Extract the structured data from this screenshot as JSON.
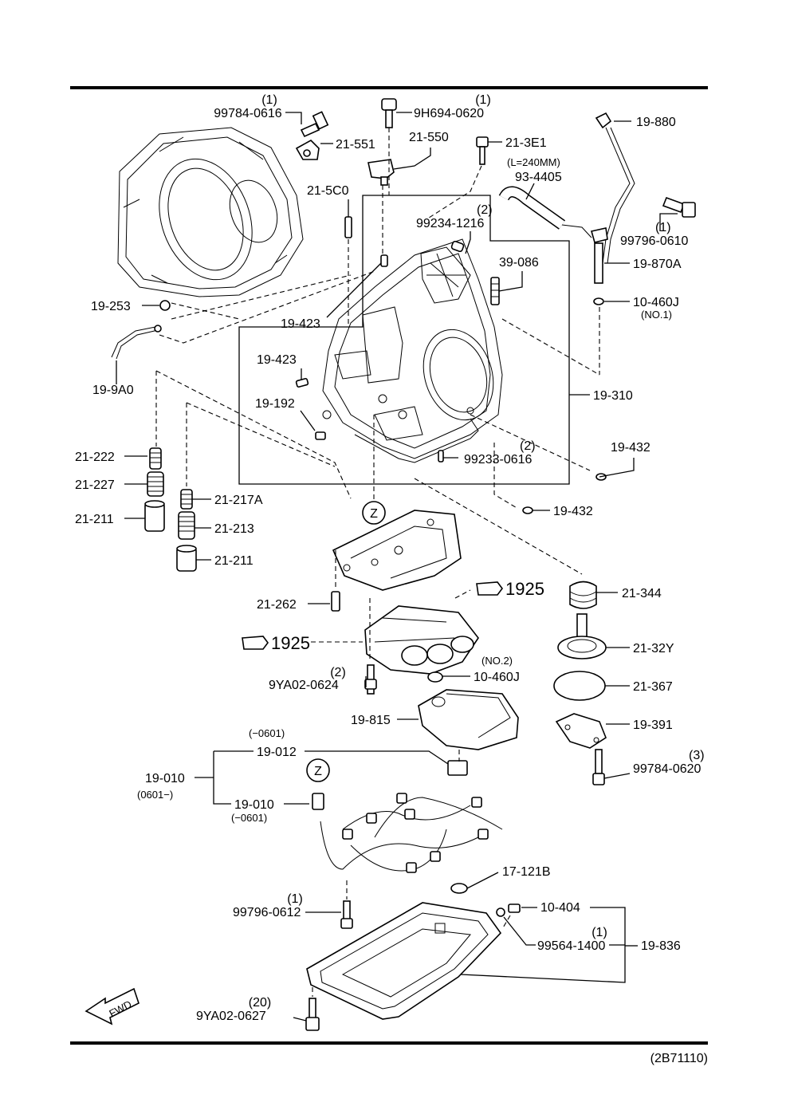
{
  "diagram_code": "(2B71110)",
  "fwd_label": "FWD",
  "z_marker": "Z",
  "labels": {
    "p99784_0616": "99784-0616",
    "q99784_0616": "(1)",
    "p9h694": "9H694-0620",
    "q9h694": "(1)",
    "p19_880": "19-880",
    "p21_551": "21-551",
    "p21_550": "21-550",
    "p21_3e1": "21-3E1",
    "l240": "(L=240MM)",
    "p93_4405": "93-4405",
    "p21_5c0": "21-5C0",
    "p99234": "99234-1216",
    "q99234": "(2)",
    "p99796_0610": "99796-0610",
    "q99796_0610": "(1)",
    "p19_870a": "19-870A",
    "p39_086": "39-086",
    "p10_460j_a": "10-460J",
    "no1": "(NO.1)",
    "p19_253": "19-253",
    "p19_423_a": "19-423",
    "p19_423_b": "19-423",
    "p19_9a0": "19-9A0",
    "p19_192": "19-192",
    "p19_310": "19-310",
    "p99233": "99233-0616",
    "q99233": "(2)",
    "p19_432_a": "19-432",
    "p19_432_b": "19-432",
    "p21_222": "21-222",
    "p21_227": "21-227",
    "p21_211_a": "21-211",
    "p21_217a": "21-217A",
    "p21_213": "21-213",
    "p21_211_b": "21-211",
    "p1925_a": "1925",
    "p21_262": "21-262",
    "p21_344": "21-344",
    "p1925_b": "1925",
    "p21_32y": "21-32Y",
    "p9ya02_0624": "9YA02-0624",
    "q9ya02_0624": "(2)",
    "no2": "(NO.2)",
    "p10_460j_b": "10-460J",
    "p21_367": "21-367",
    "p19_815": "19-815",
    "p19_391": "19-391",
    "r0601a": "(−0601)",
    "p19_012": "19-012",
    "p99784_0620": "99784-0620",
    "q99784_0620": "(3)",
    "p19_010_a": "19-010",
    "r0601b": "(0601−)",
    "p19_010_b": "19-010",
    "r0601c": "(−0601)",
    "p17_121b": "17-121B",
    "p99796_0612": "99796-0612",
    "q99796_0612": "(1)",
    "p10_404": "10-404",
    "p99564": "99564-1400",
    "q99564": "(1)",
    "p19_836": "19-836",
    "p9ya02_0627": "9YA02-0627",
    "q9ya02_0627": "(20)"
  }
}
